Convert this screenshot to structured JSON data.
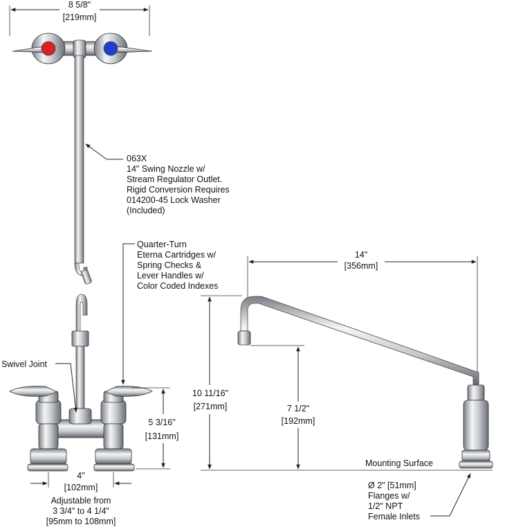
{
  "dimensions": {
    "top_width": {
      "imperial": "8 5/8\"",
      "metric": "[219mm]"
    },
    "spread": {
      "imperial": "4\"",
      "metric": "[102mm]"
    },
    "adjustable": {
      "line1": "Adjustable from",
      "line2": "3 3/4\" to 4 1/4\"",
      "line3": "[95mm to 108mm]"
    },
    "body_height": {
      "imperial": "5 3/16\"",
      "metric": "[131mm]"
    },
    "nozzle_reach": {
      "imperial": "14\"",
      "metric": "[356mm]"
    },
    "total_height": {
      "imperial": "10 11/16\"",
      "metric": "[271mm]"
    },
    "outlet_height": {
      "imperial": "7 1/2\"",
      "metric": "[192mm]"
    }
  },
  "callouts": {
    "nozzle": [
      "063X",
      "14\" Swing Nozzle w/",
      "Stream Regulator Outlet.",
      "Rigid Conversion Requires",
      "014200-45 Lock Washer",
      "(Included)"
    ],
    "cartridges": [
      "Quarter-Turn",
      "Eterna Cartridges w/",
      "Spring Checks &",
      "Lever Handles w/",
      "Color Coded Indexes"
    ],
    "swivel": "Swivel Joint",
    "mounting": "Mounting Surface",
    "flanges": [
      "Ø 2\" [51mm]",
      "Flanges w/",
      "1/2\" NPT",
      "Female Inlets"
    ]
  },
  "colors": {
    "hot_index": "#d8202a",
    "cold_index": "#1f3fc8",
    "chrome_light": "#eef0f2",
    "chrome_dark": "#6f747a"
  }
}
